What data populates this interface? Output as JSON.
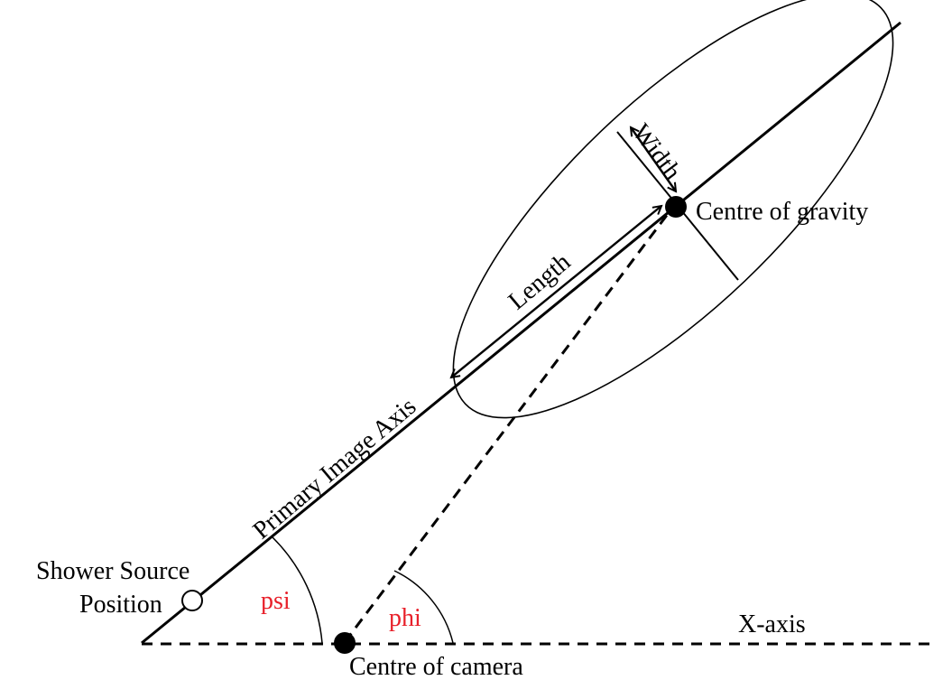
{
  "labels": {
    "width": "Width",
    "length": "Length",
    "centre_of_gravity": "Centre of gravity",
    "primary_image_axis": "Primary Image Axis",
    "shower_source_line1": "Shower Source",
    "shower_source_line2": "Position",
    "psi": "psi",
    "phi": "phi",
    "x_axis": "X-axis",
    "centre_of_camera": "Centre of camera"
  },
  "colors": {
    "stroke": "#000000",
    "angle_label": "#e8202a",
    "background": "#ffffff"
  }
}
